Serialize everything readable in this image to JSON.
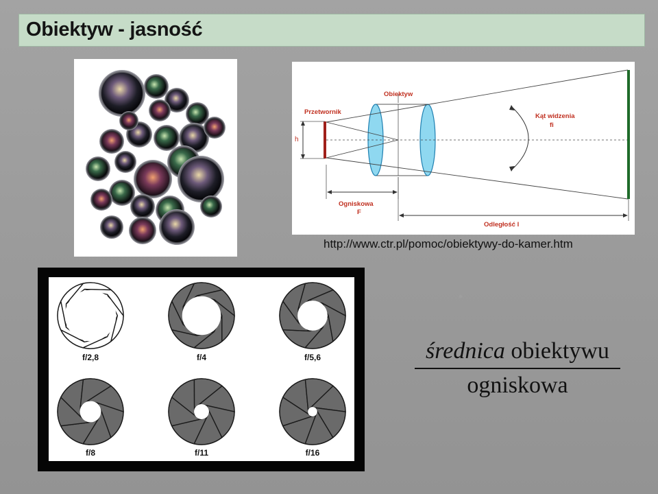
{
  "slide": {
    "title": "Obiektyw - jasność",
    "source_url": "http://www.ctr.pl/pomoc/obiektywy-do-kamer.htm"
  },
  "diagram": {
    "label_sensor": "Przetwornik",
    "label_height": "h",
    "label_lens": "Obiektyw",
    "label_angle_1": "Kąt widzenia",
    "label_angle_2": "fi",
    "label_focal_1": "Ogniskowa",
    "label_focal_2": "F",
    "label_distance": "Odległość l"
  },
  "apertures": {
    "items": [
      {
        "label": "f/2,8"
      },
      {
        "label": "f/4"
      },
      {
        "label": "f/5,6"
      },
      {
        "label": "f/8"
      },
      {
        "label": "f/11"
      },
      {
        "label": "f/16"
      }
    ]
  },
  "formula": {
    "numerator_italic": "średnica",
    "numerator_rest": " obiektywu",
    "denominator": "ogniskowa"
  },
  "colors": {
    "title_bg": "#c6dcc8",
    "lens_fill": "#8fd8f0",
    "sensor_bar": "#a0201a",
    "screen_bar": "#1f6b2a"
  }
}
